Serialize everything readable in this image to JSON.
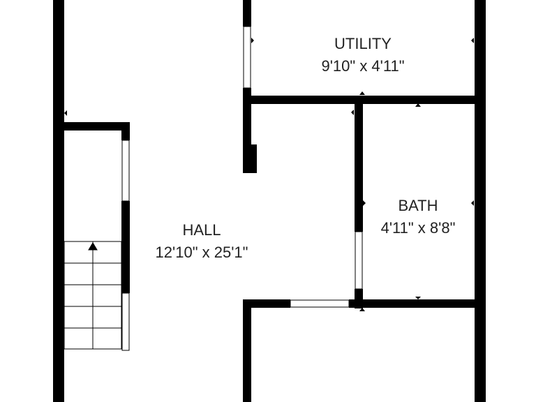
{
  "plan": {
    "wall_color": "#000000",
    "background": "#ffffff",
    "rooms": [
      {
        "id": "utility",
        "name": "UTILITY",
        "dims": "9'10\" x 4'11\""
      },
      {
        "id": "bath",
        "name": "BATH",
        "dims": "4'11\" x 8'8\""
      },
      {
        "id": "hall",
        "name": "HALL",
        "dims": "12'10\" x 25'1\""
      }
    ],
    "stairs": {
      "direction": "up"
    }
  }
}
